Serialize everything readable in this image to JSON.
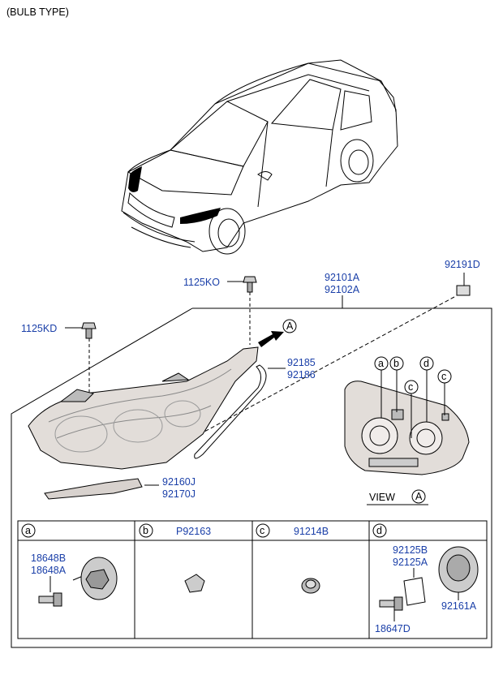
{
  "header": {
    "title": "(BULB TYPE)"
  },
  "parts": {
    "screw_top": "1125KO",
    "screw_left": "1125KD",
    "headlamp_1": "92101A",
    "headlamp_2": "92102A",
    "connector": "92191D",
    "seal_1": "92185",
    "seal_2": "92186",
    "bracket_1": "92160J",
    "bracket_2": "92170J"
  },
  "view": {
    "label": "VIEW",
    "letter": "A",
    "callout": "A"
  },
  "callouts": {
    "a": "a",
    "b": "b",
    "c": "c",
    "d": "d"
  },
  "table": {
    "cells": [
      {
        "letter": "a",
        "code": ""
      },
      {
        "letter": "b",
        "code": "P92163"
      },
      {
        "letter": "c",
        "code": "91214B"
      },
      {
        "letter": "d",
        "code": ""
      }
    ],
    "a_parts": {
      "p1": "18648B",
      "p2": "18648A"
    },
    "d_parts": {
      "p1": "92125B",
      "p2": "92125A",
      "p3": "92161A",
      "p4": "18647D"
    }
  },
  "colors": {
    "part_number": "#1a3fa8",
    "line": "#000000",
    "shade": "#e2ddd9"
  }
}
